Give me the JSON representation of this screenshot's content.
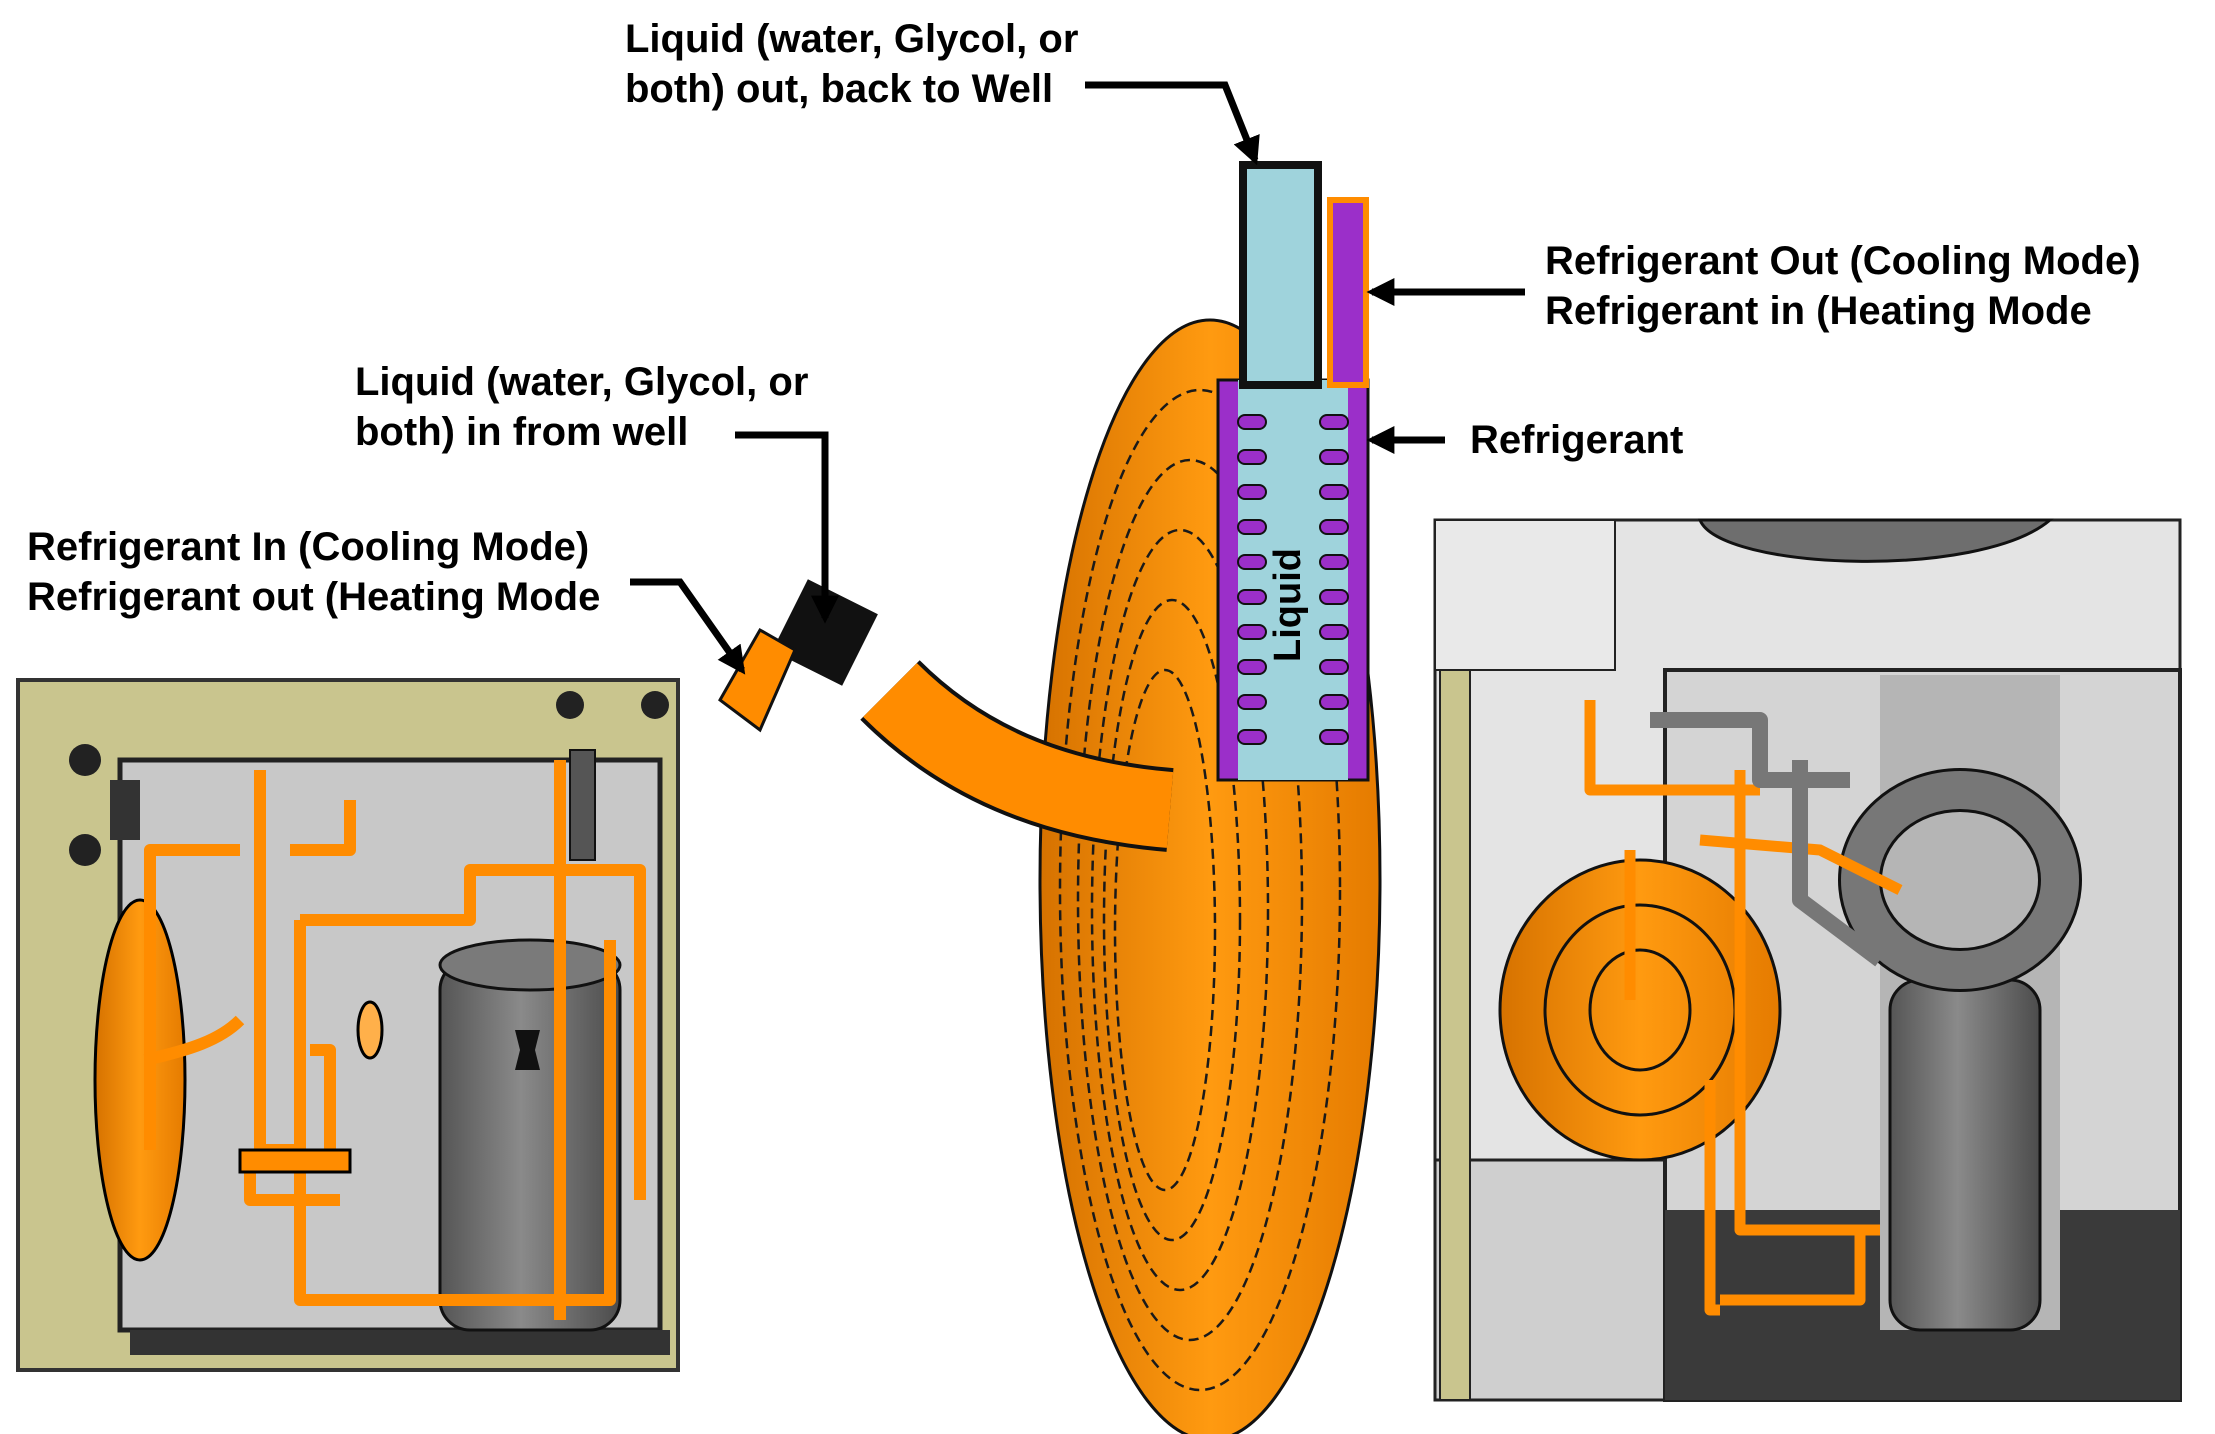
{
  "labels": {
    "liquid_out": [
      "Liquid (water, Glycol, or",
      "both) out, back to Well"
    ],
    "liquid_in": [
      "Liquid (water, Glycol, or",
      "both) in from well"
    ],
    "refrigerant_in": [
      "Refrigerant In (Cooling Mode)",
      "Refrigerant out (Heating Mode"
    ],
    "refrigerant_out": [
      "Refrigerant Out (Cooling Mode)",
      "Refrigerant in (Heating Mode"
    ],
    "refrigerant": "Refrigerant",
    "liquid_core": "Liquid"
  },
  "colors": {
    "copper": "#ff8c00",
    "copper_dark": "#c96800",
    "liquid": "#9fd3dc",
    "refrigerant": "#9b2fc9",
    "cabinet": "#c9c58e",
    "compressor": "#6e6e6e",
    "panel_gray": "#c8c8c8"
  }
}
